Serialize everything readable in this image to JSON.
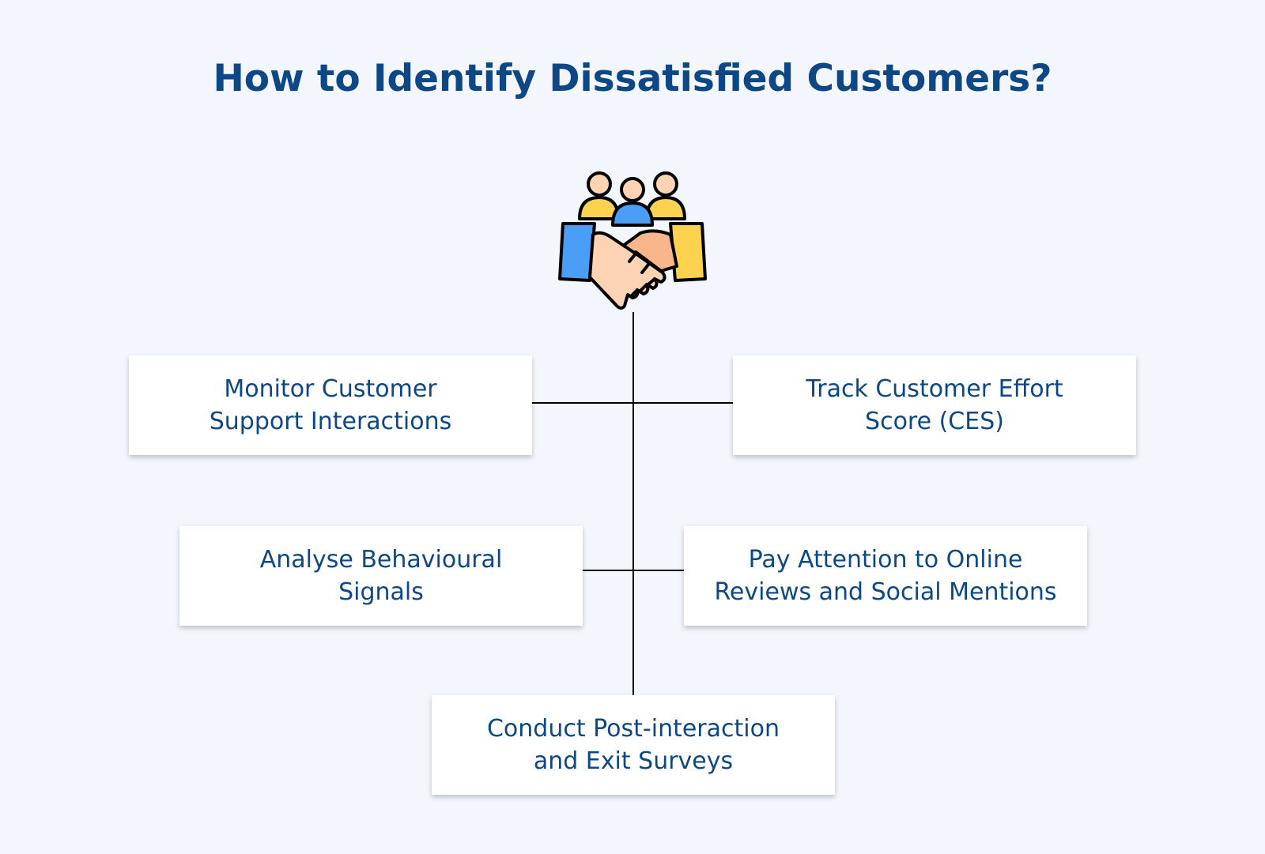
{
  "title": "How to Identify Dissatisfied Customers?",
  "icon": "handshake-with-people-icon",
  "colors": {
    "background": "#f3f6fd",
    "title": "#0d4785",
    "box_text": "#0d4785",
    "connector": "#000000",
    "people_yellow": "#fdd24e",
    "people_blue": "#4a9ef5",
    "skin": "#fdd3b3",
    "skin_dark": "#f9b68c"
  },
  "boxes": [
    {
      "id": "monitor",
      "line1": "Monitor Customer",
      "line2": "Support Interactions"
    },
    {
      "id": "ces",
      "line1": "Track Customer Effort",
      "line2": "Score (CES)"
    },
    {
      "id": "behaviour",
      "line1": "Analyse Behavioural",
      "line2": "Signals"
    },
    {
      "id": "reviews",
      "line1": "Pay Attention to Online",
      "line2": "Reviews and Social Mentions"
    },
    {
      "id": "surveys",
      "line1": "Conduct Post-interaction",
      "line2": "and Exit Surveys"
    }
  ]
}
